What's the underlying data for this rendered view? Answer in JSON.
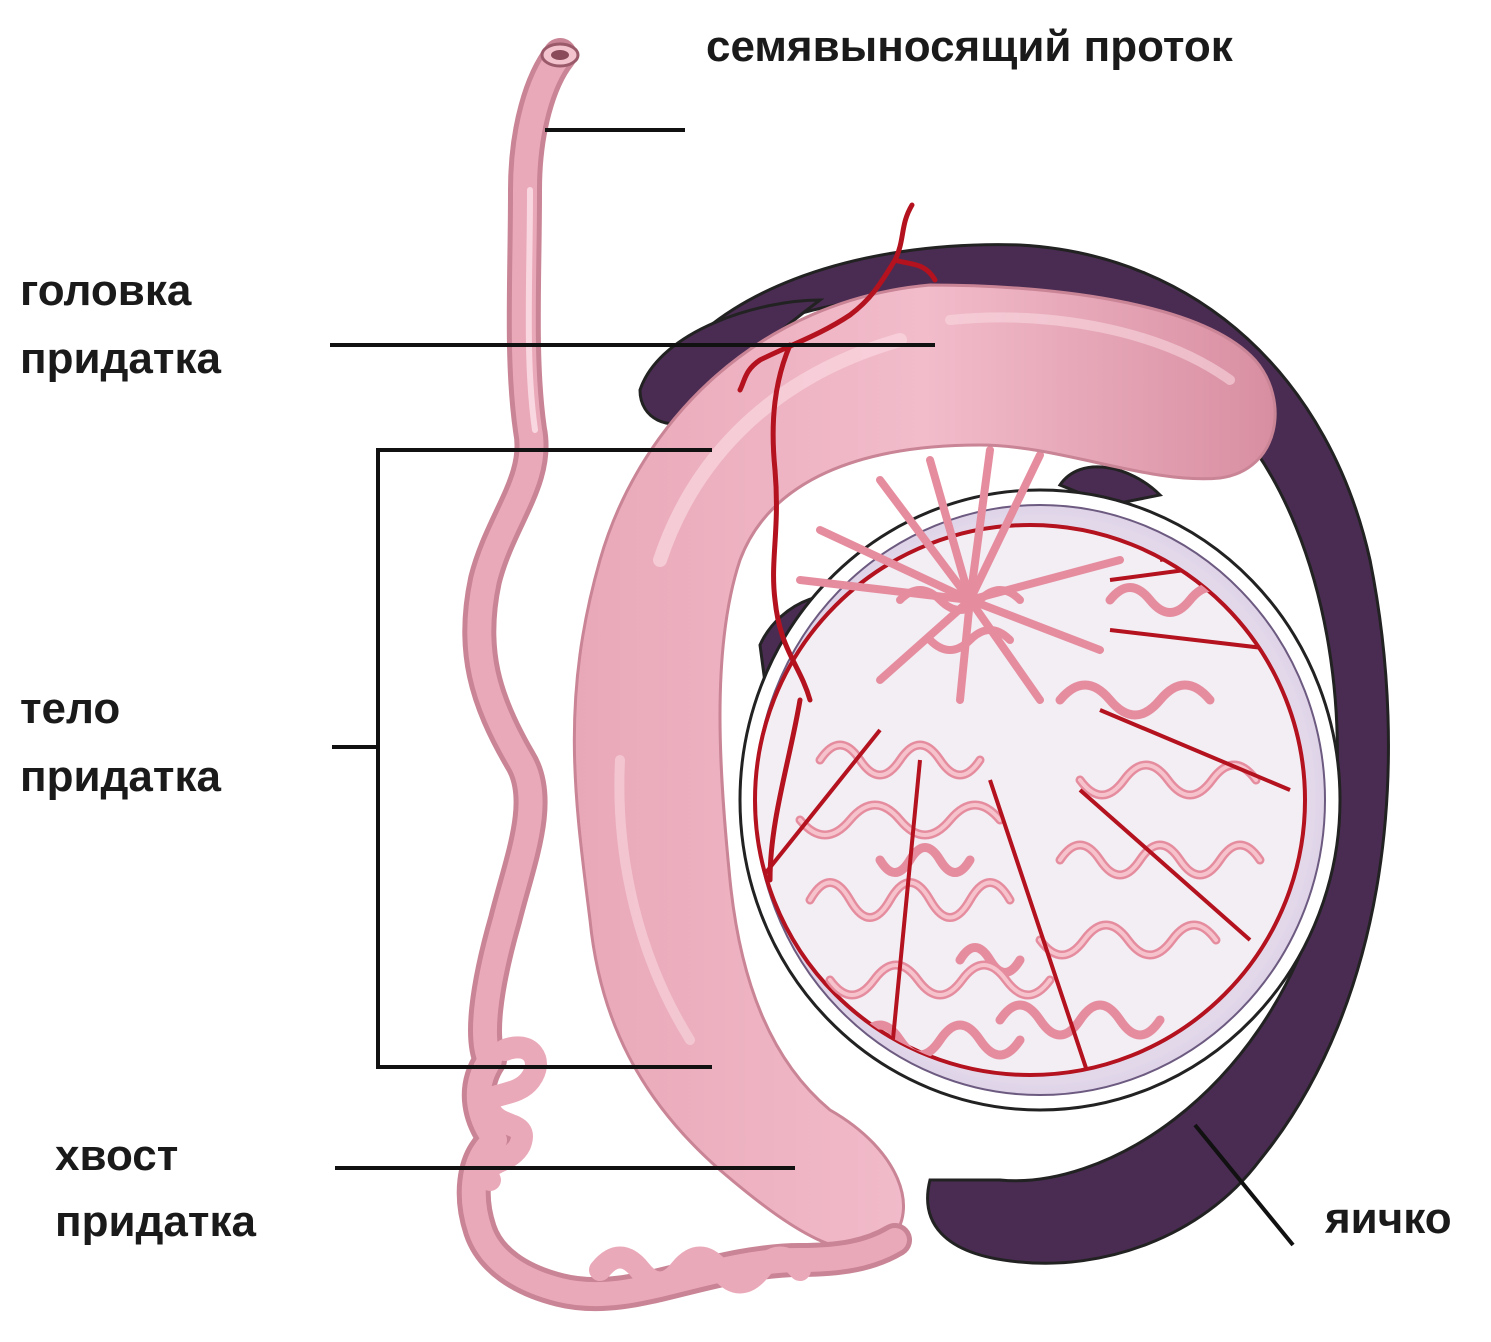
{
  "labels": {
    "vas_deferens": "семявыносящий проток",
    "head": [
      "головка",
      "придатка"
    ],
    "body": [
      "тело",
      "придатка"
    ],
    "tail": [
      "хвост",
      "придатка"
    ],
    "testis": "яичко"
  },
  "colors": {
    "epididymis": "#e6a3b2",
    "epididymis_dark": "#c98495",
    "tunica_dark": "#4a2c52",
    "testis_capsule": "#e8e0ee",
    "tubule": "#f0a9b6",
    "vessel": "#b3121e",
    "leader": "#111111"
  }
}
